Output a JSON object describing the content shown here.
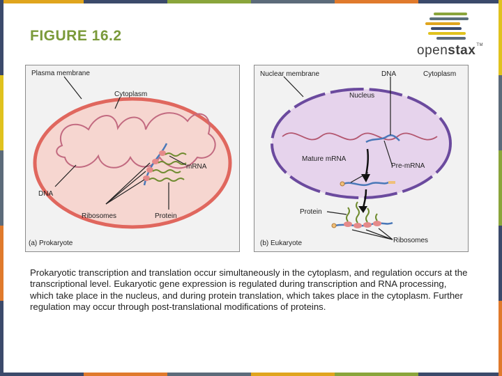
{
  "slide": {
    "title": "FIGURE 16.2",
    "caption": "Prokaryotic transcription and translation occur simultaneously in the cytoplasm, and regulation occurs at the transcriptional level. Eukaryotic gene expression is regulated during transcription and RNA processing, which take place in the nucleus, and during protein translation, which takes place in the cytoplasm. Further regulation may occur through post-translational modifications of proteins."
  },
  "logo": {
    "name_part1": "open",
    "name_part2": "stax",
    "tm": "TM"
  },
  "prokaryote": {
    "panel_label": "(a) Prokaryote",
    "labels": {
      "plasma_membrane": "Plasma membrane",
      "cytoplasm": "Cytoplasm",
      "mrna": "mRNA",
      "dna": "DNA",
      "ribosomes": "Ribosomes",
      "protein": "Protein"
    }
  },
  "eukaryote": {
    "panel_label": "(b) Eukaryote",
    "labels": {
      "nuclear_membrane": "Nuclear membrane",
      "dna": "DNA",
      "cytoplasm": "Cytoplasm",
      "nucleus": "Nucleus",
      "mature_mrna": "Mature mRNA",
      "pre_mrna": "Pre-mRNA",
      "protein": "Protein",
      "ribosomes": "Ribosomes"
    }
  },
  "colors": {
    "title_green": "#7a9a3a",
    "cell_outline": "#e0675e",
    "cell_fill": "#f6d6d0",
    "nucleus_purple": "#6b4a9e",
    "nucleus_fill": "#e6d3ec",
    "dna_strand": "#b3566f",
    "mrna_blue": "#4a78b8",
    "ribosome_pink": "#e58a8a",
    "protein_green": "#6f8b2f"
  }
}
